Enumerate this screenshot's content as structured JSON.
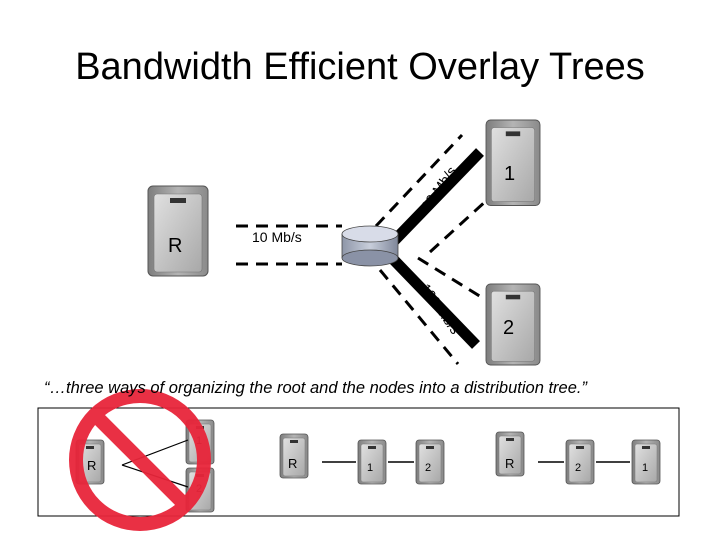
{
  "slide": {
    "title": "Bandwidth Efficient Overlay Trees"
  },
  "main_diagram": {
    "root_label": "R",
    "node1_label": "1",
    "node2_label": "2",
    "link_root": "10 Mb/s",
    "link_node1": "100 Mb/s",
    "link_node2": "100 Mb/s",
    "icons": [
      "server-icon",
      "router-icon"
    ]
  },
  "quote": "“…three ways of organizing the root and the nodes into a distribution tree.”",
  "options": [
    {
      "root": "R",
      "nodes": [
        "1",
        "2"
      ],
      "crossed_out": true
    },
    {
      "root": "R",
      "nodes": [
        "1",
        "2"
      ],
      "crossed_out": false
    },
    {
      "root": "R",
      "nodes": [
        "2",
        "1"
      ],
      "crossed_out": false
    }
  ],
  "colors": {
    "server_body": "#9a9a9a",
    "server_face": "#c8c8c8",
    "router_top": "#d8dce8",
    "prohibit_red": "#e8253a",
    "link_line": "#000000"
  }
}
